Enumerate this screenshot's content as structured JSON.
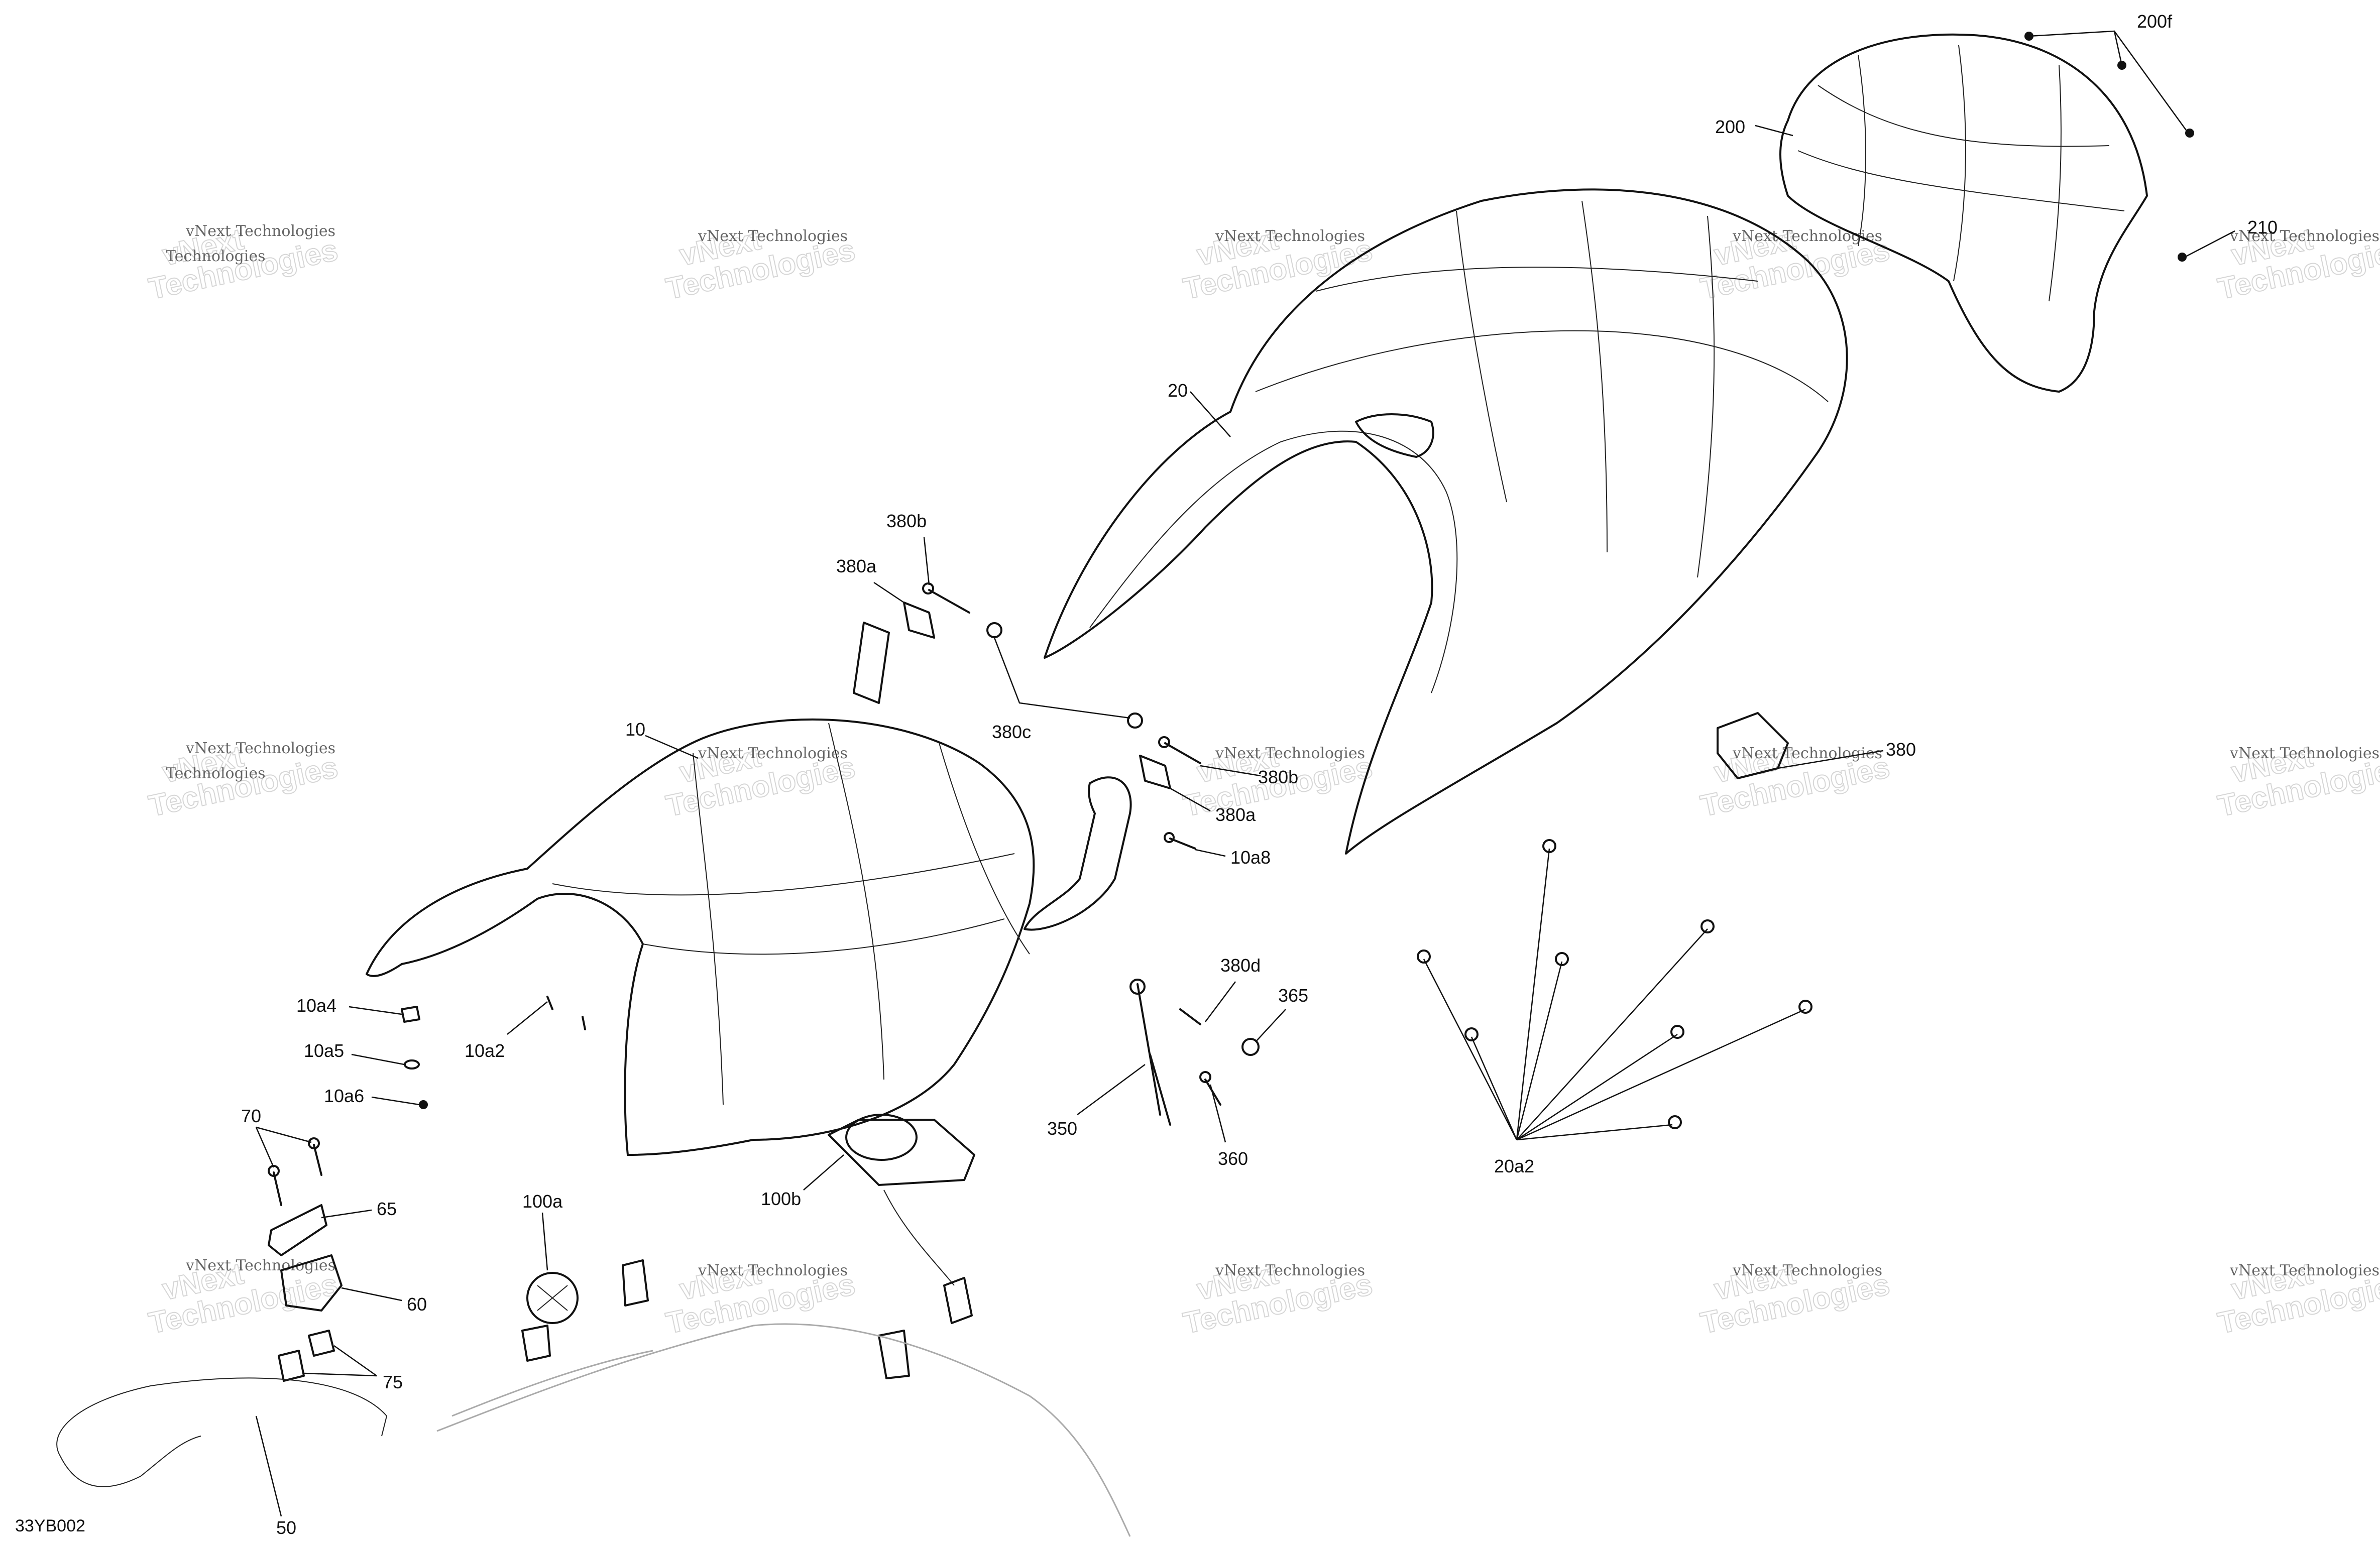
{
  "diagram_code": "33YB002",
  "watermark": {
    "line1": "vNext Technologies",
    "line2": "vNext",
    "line3": "Technologies"
  },
  "labels": {
    "l200f": "200f",
    "l200": "200",
    "l210": "210",
    "l20": "20",
    "l380b_top": "380b",
    "l380a_top": "380a",
    "l380c": "380c",
    "l10": "10",
    "l380b_mid": "380b",
    "l380a_mid": "380a",
    "l10a8": "10a8",
    "l380": "380",
    "l380d": "380d",
    "l365": "365",
    "l10a4": "10a4",
    "l10a5": "10a5",
    "l10a2": "10a2",
    "l10a6": "10a6",
    "l350": "350",
    "l360": "360",
    "l20a2": "20a2",
    "l70": "70",
    "l65": "65",
    "l100a": "100a",
    "l100b": "100b",
    "l60": "60",
    "l75": "75",
    "l50": "50"
  }
}
